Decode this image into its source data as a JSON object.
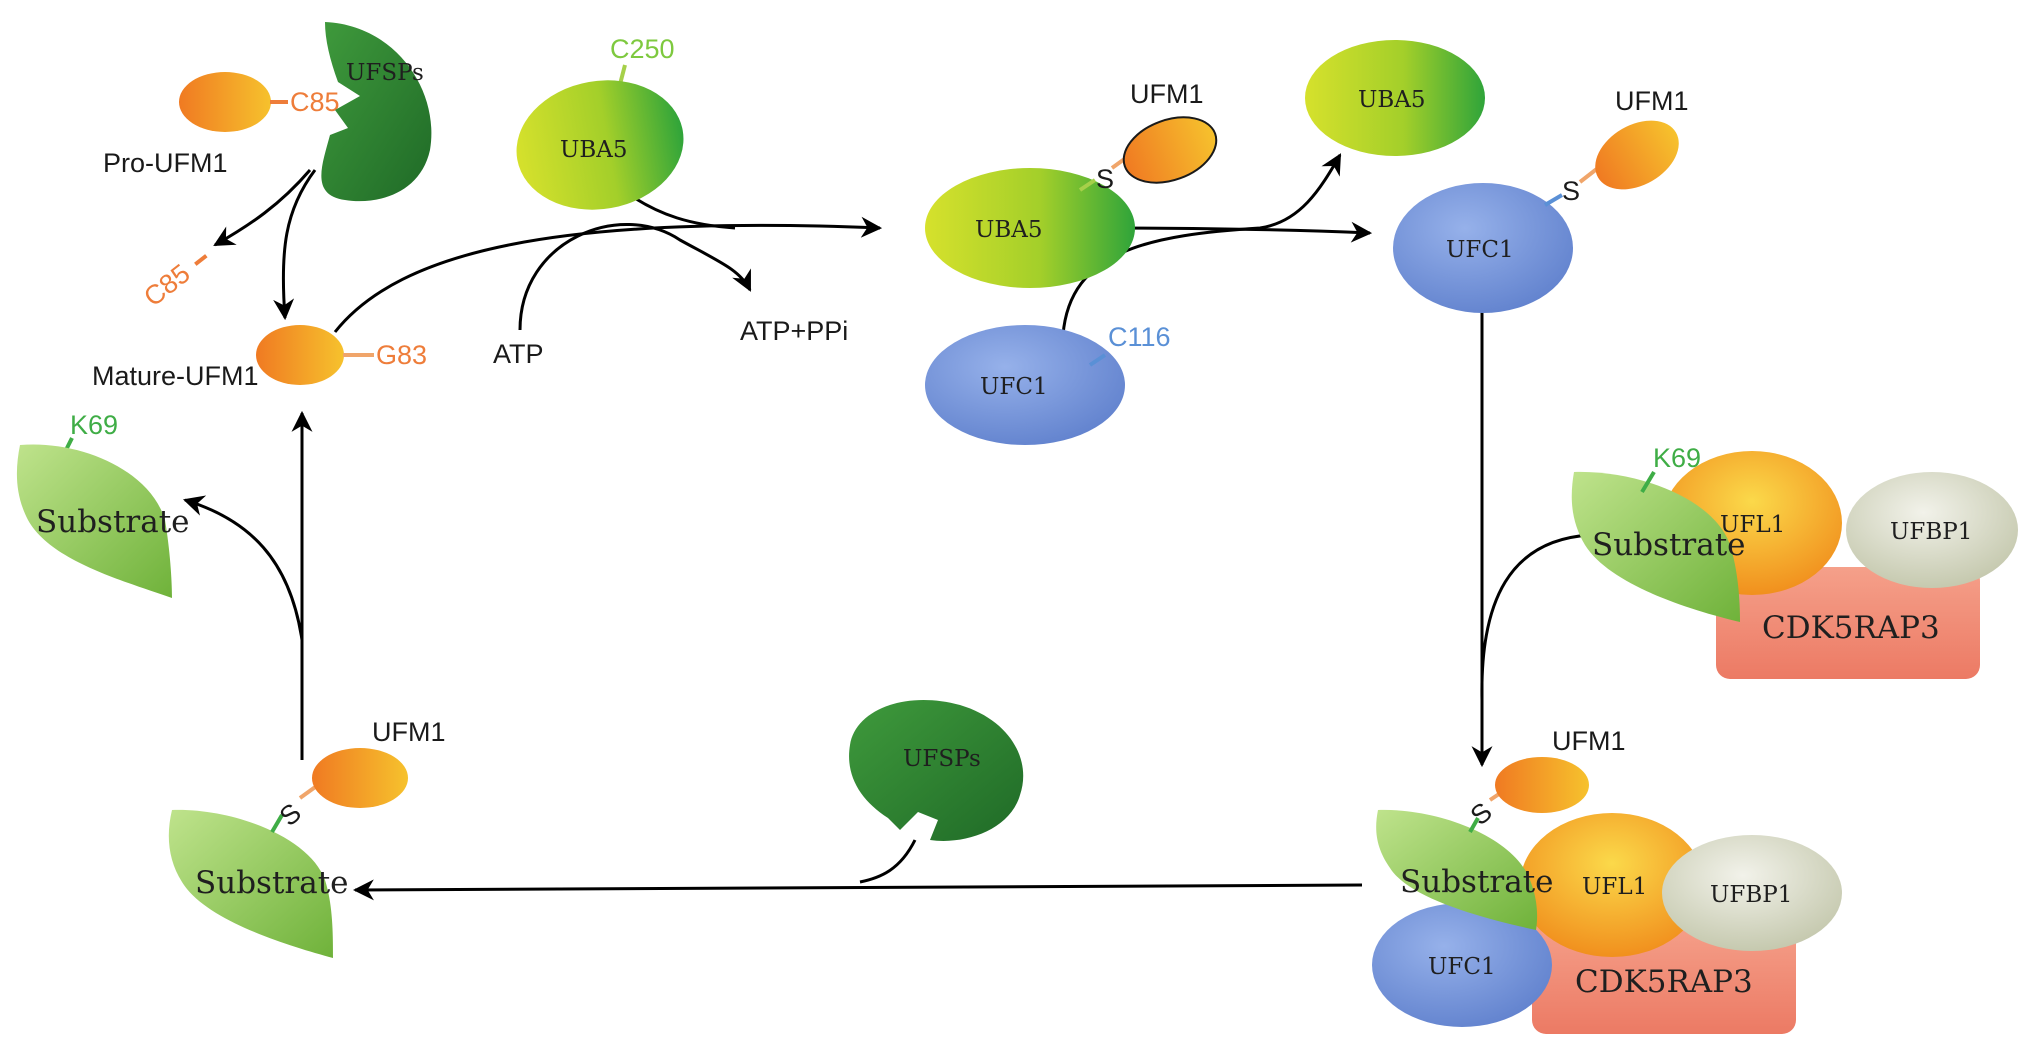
{
  "labels": {
    "ufm1": "UFM1",
    "pro_ufm1": "Pro-UFM1",
    "mature_ufm1": "Mature-UFM1",
    "ufsps": "UFSPs",
    "uba5": "UBA5",
    "ufc1": "UFC1",
    "ufl1": "UFL1",
    "ufbp1": "UFBP1",
    "cdk5rap3": "CDK5RAP3",
    "substrate": "Substrate",
    "c85": "C85",
    "g83": "G83",
    "c250": "C250",
    "c116": "C116",
    "k69": "K69",
    "s": "S",
    "atp": "ATP",
    "atp_ppi": "ATP+PPi"
  },
  "colors": {
    "ufm1_orange": "#f07a22",
    "ufm1_yellow": "#f6c22d",
    "ufsps_green": "#2f7d32",
    "uba5_lime": "#c9de2a",
    "uba5_green": "#2fa43a",
    "ufc1_blue": "#6f8fd6",
    "substrate_green": "#8bc34a",
    "ufl1_orange": "#f29a1c",
    "ufbp1_grey": "#d8dbc8",
    "cdk5rap3_salmon": "#f08a74"
  },
  "icons": {
    "ufsps": "pacman-disc-icon",
    "arrow": "curved-arrow-icon"
  }
}
